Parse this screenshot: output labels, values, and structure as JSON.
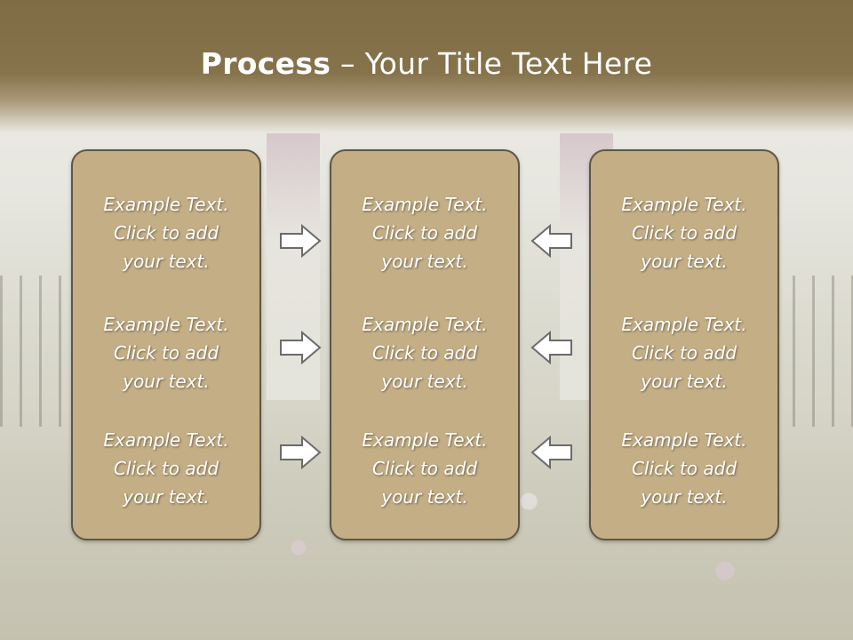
{
  "title": {
    "bold": "Process",
    "rest": " – Your Title Text Here"
  },
  "columns": [
    {
      "blocks": [
        [
          "Example Text.",
          "Click  to add",
          "your text."
        ],
        [
          "Example Text.",
          "Click  to add",
          "your text."
        ],
        [
          "Example Text.",
          "Click  to add",
          "your text."
        ]
      ]
    },
    {
      "blocks": [
        [
          "Example Text.",
          "Click  to add",
          "your text."
        ],
        [
          "Example Text.",
          "Click  to add",
          "your text."
        ],
        [
          "Example Text.",
          "Click  to add",
          "your text."
        ]
      ]
    },
    {
      "blocks": [
        [
          "Example Text.",
          "Click  to add",
          "your text."
        ],
        [
          "Example Text.",
          "Click  to add",
          "your text."
        ],
        [
          "Example Text.",
          "Click  to add",
          "your text."
        ]
      ]
    }
  ],
  "arrows": {
    "left_group": "right-arrow-icon",
    "right_group": "left-arrow-icon"
  },
  "colors": {
    "header": "#86734b",
    "panel_fill": "#c3ae85",
    "panel_border": "#5f5644",
    "arrow_fill": "#ffffff",
    "arrow_stroke": "#6b6b6b"
  }
}
